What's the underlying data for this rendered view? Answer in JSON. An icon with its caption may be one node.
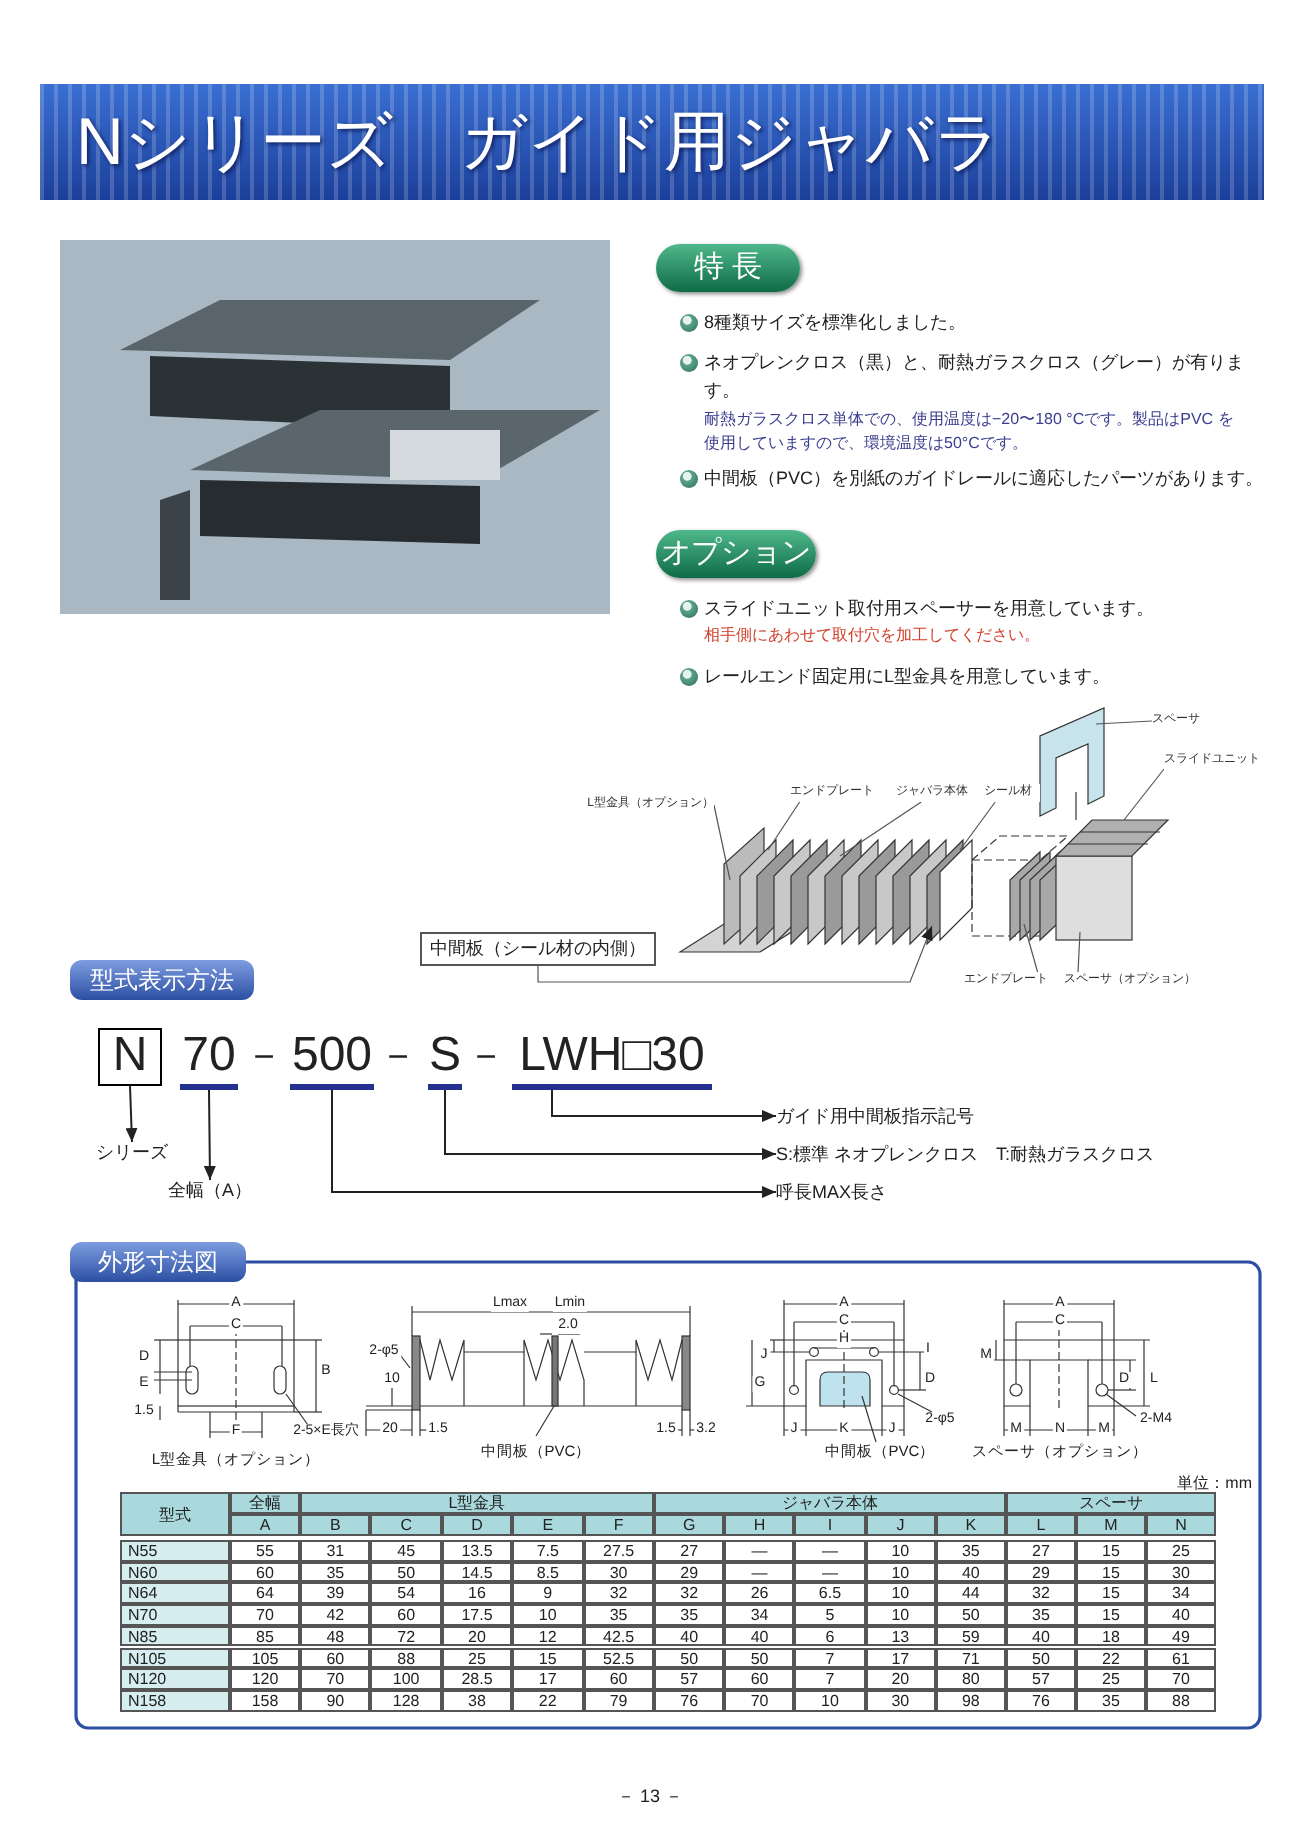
{
  "diagram": {
    "nodes": [
      {
        "text": [
          "Nシリーズ　ガイド用ジャバラ"
        ]
      },
      {
        "text": [
          "特 長"
        ]
      },
      {
        "text": [
          "オプション"
        ]
      },
      {
        "text": [
          "L型金具（オプション）"
        ]
      },
      {
        "text": [
          "エンドプレート"
        ]
      },
      {
        "text": [
          "ジャバラ本体"
        ]
      },
      {
        "text": [
          "シール材"
        ]
      },
      {
        "text": [
          "スペーサ"
        ]
      },
      {
        "text": [
          "スライドユニット"
        ]
      },
      {
        "text": [
          "中間板（シール材の内側）"
        ]
      },
      {
        "text": [
          "エンドプレート"
        ]
      },
      {
        "text": [
          "スペーサ（オプション）"
        ]
      },
      {
        "text": [
          "型式表示方法"
        ]
      },
      {
        "text": [
          "N"
        ]
      },
      {
        "text": [
          "70"
        ]
      },
      {
        "text": [
          "500"
        ]
      },
      {
        "text": [
          "S"
        ]
      },
      {
        "text": [
          "LWH□30"
        ]
      },
      {
        "text": [
          "ガイド用中間板指示記号"
        ]
      },
      {
        "text": [
          "S:標準 ネオプレンクロス　T:耐熱ガラスクロス"
        ]
      },
      {
        "text": [
          "シリーズ"
        ]
      },
      {
        "text": [
          "全幅（A）"
        ]
      },
      {
        "text": [
          "呼長MAX長さ"
        ]
      },
      {
        "text": [
          "外形寸法図"
        ]
      }
    ],
    "edges": [
      {
        "from": 3,
        "to": null,
        "arrow": "none"
      },
      {
        "from": 4,
        "to": null,
        "arrow": "none"
      },
      {
        "from": 5,
        "to": null,
        "arrow": "none"
      },
      {
        "from": 6,
        "to": null,
        "arrow": "none"
      },
      {
        "from": 7,
        "to": null,
        "arrow": "none"
      },
      {
        "from": 8,
        "to": null,
        "arrow": "none"
      },
      {
        "from": 9,
        "to": null,
        "arrow": "to"
      },
      {
        "from": 10,
        "to": null,
        "arrow": "none"
      },
      {
        "from": 11,
        "to": null,
        "arrow": "none"
      },
      {
        "from": 13,
        "to": 20,
        "arrow": "to"
      },
      {
        "from": 14,
        "to": 21,
        "arrow": "to"
      },
      {
        "from": 15,
        "to": 22,
        "arrow": "to"
      },
      {
        "from": 16,
        "to": 19,
        "arrow": "to"
      },
      {
        "from": 17,
        "to": 18,
        "arrow": "to"
      }
    ],
    "labels": [
      "8種類サイズを標準化しました。",
      "ネオプレンクロス（黒）と、耐熱ガラスクロス（グレー）が有ります。",
      "耐熱ガラスクロス単体での、使用温度は−20〜180 °Cです。製品はPVC を使用していますので、環境温度は50°Cです。",
      "中間板（PVC）を別紙のガイドレールに適応したパーツがあります。",
      "スライドユニット取付用スペーサーを用意しています。",
      "相手側にあわせて取付穴を加工してください。",
      "レールエンド固定用にL型金具を用意しています。",
      "－",
      "－",
      "－",
      "A",
      "C",
      "D",
      "E",
      "B",
      "1.5",
      "F",
      "2-5×E長穴",
      "L型金具（オプション）",
      "Lmax",
      "Lmin",
      "2.0",
      "2-φ5",
      "10",
      "20",
      "1.5",
      "中間板（PVC）",
      "1.5",
      "3.2",
      "A",
      "C",
      "H",
      "J",
      "I",
      "G",
      "D",
      "2-φ5",
      "J",
      "K",
      "J",
      "中間板（PVC）",
      "A",
      "C",
      "M",
      "D",
      "L",
      "2-M4",
      "M",
      "N",
      "M",
      "スペーサ（オプション）",
      "単位：mm",
      "型式",
      "全幅",
      "L型金具",
      "ジャバラ本体",
      "スペーサ",
      "A",
      "B",
      "C",
      "D",
      "E",
      "F",
      "G",
      "H",
      "I",
      "J",
      "K",
      "L",
      "M",
      "N",
      "N55",
      "55",
      "31",
      "45",
      "13.5",
      "7.5",
      "27.5",
      "27",
      "—",
      "—",
      "10",
      "35",
      "27",
      "15",
      "25",
      "N60",
      "60",
      "35",
      "50",
      "14.5",
      "8.5",
      "30",
      "29",
      "—",
      "—",
      "10",
      "40",
      "29",
      "15",
      "30",
      "N64",
      "64",
      "39",
      "54",
      "16",
      "9",
      "32",
      "32",
      "26",
      "6.5",
      "10",
      "44",
      "32",
      "15",
      "34",
      "N70",
      "70",
      "42",
      "60",
      "17.5",
      "10",
      "35",
      "35",
      "34",
      "5",
      "10",
      "50",
      "35",
      "15",
      "40",
      "N85",
      "85",
      "48",
      "72",
      "20",
      "12",
      "42.5",
      "40",
      "40",
      "6",
      "13",
      "59",
      "40",
      "18",
      "49",
      "N105",
      "105",
      "60",
      "88",
      "25",
      "15",
      "52.5",
      "50",
      "50",
      "7",
      "17",
      "71",
      "50",
      "22",
      "61",
      "N120",
      "120",
      "70",
      "100",
      "28.5",
      "17",
      "60",
      "57",
      "60",
      "7",
      "20",
      "80",
      "57",
      "25",
      "70",
      "N158",
      "158",
      "90",
      "128",
      "38",
      "22",
      "79",
      "76",
      "70",
      "10",
      "30",
      "98",
      "76",
      "35",
      "88",
      "－ 13 －"
    ]
  }
}
